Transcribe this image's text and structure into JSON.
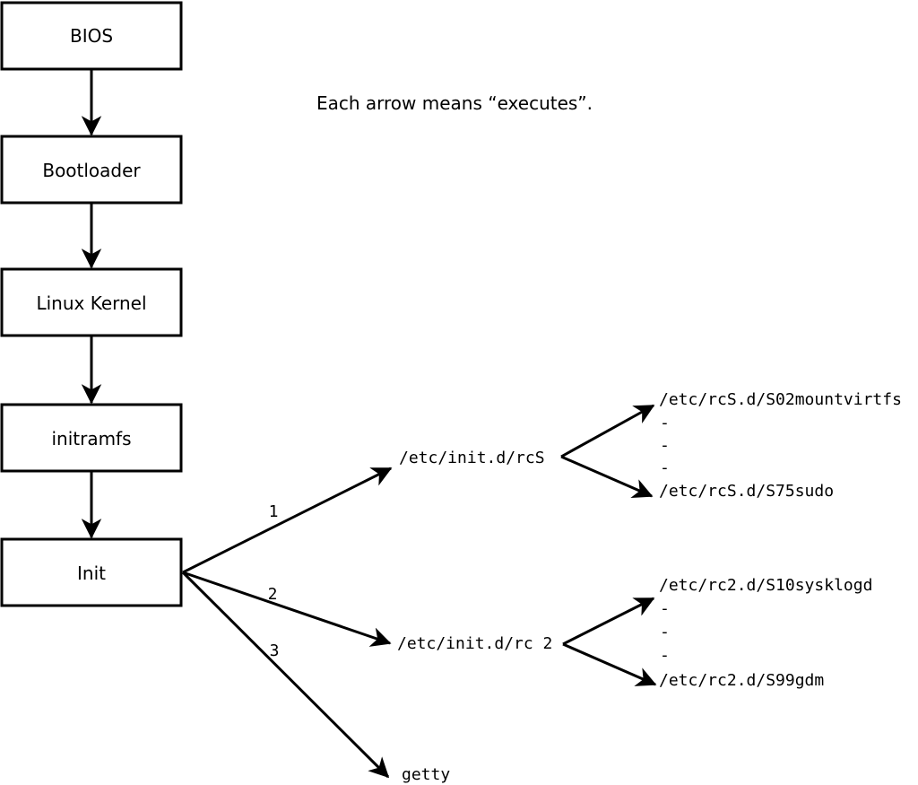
{
  "diagram": {
    "caption": "Each arrow means “executes”.",
    "colors": {
      "background": "#ffffff",
      "stroke": "#000000",
      "text": "#000000"
    },
    "boxes": [
      {
        "label": "BIOS"
      },
      {
        "label": "Bootloader"
      },
      {
        "label": "Linux Kernel"
      },
      {
        "label": "initramfs"
      },
      {
        "label": "Init"
      }
    ],
    "arrow_numbers": [
      "1",
      "2",
      "3"
    ],
    "scripts": {
      "rcS": "/etc/init.d/rcS",
      "rc2": "/etc/init.d/rc 2",
      "getty": "getty"
    },
    "rcS_list": [
      "/etc/rcS.d/S02mountvirtfs",
      "-",
      "-",
      "-",
      "/etc/rcS.d/S75sudo"
    ],
    "rc2_list": [
      "/etc/rc2.d/S10sysklogd",
      "-",
      "-",
      "-",
      "/etc/rc2.d/S99gdm"
    ]
  }
}
